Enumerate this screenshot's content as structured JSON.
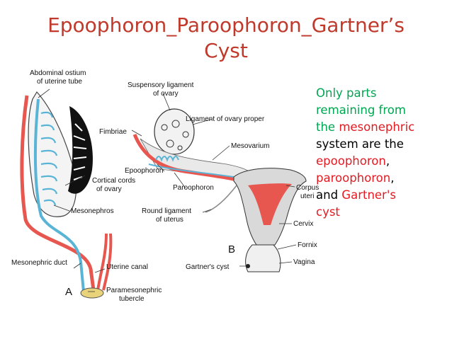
{
  "title": {
    "line1": "Epoophoron_Paroophoron_Gartner’s",
    "line2": "Cyst"
  },
  "side_text": {
    "s1": "Only parts",
    "s2": "remaining from",
    "s3": "the ",
    "s4": "mesonephric",
    "s5": "system are the",
    "s6": "epoophoron",
    "s7": ",",
    "s8": "paroophoron",
    "s9": ",",
    "s10": "and ",
    "s11": "Gartner's",
    "s12": "cyst"
  },
  "diagram_a": {
    "letter": "A",
    "abdominal_1": "Abdominal ostium",
    "abdominal_2": "of uterine tube",
    "cortical_1": "Cortical cords",
    "cortical_2": "of ovary",
    "mesonephros": "Mesonephros",
    "mesonephric_duct": "Mesonephric duct",
    "uterine_canal": "Uterine canal",
    "paramesonephric_1": "Paramesonephric",
    "paramesonephric_2": "tubercle"
  },
  "diagram_b": {
    "letter": "B",
    "suspensory_1": "Suspensory ligament",
    "suspensory_2": "of ovary",
    "ligament_proper": "Ligament of ovary proper",
    "fimbriae": "Fimbriae",
    "mesovarium": "Mesovarium",
    "epoophoron": "Epoophoron",
    "paroophoron": "Paroophoron",
    "corpus_1": "Corpus",
    "corpus_2": "uteri",
    "round_1": "Round ligament",
    "round_2": "of uterus",
    "cervix": "Cervix",
    "fornix": "Fornix",
    "gartners": "Gartner's cyst",
    "vagina": "Vagina"
  },
  "colors": {
    "title": "#c0392b",
    "green": "#00a651",
    "red": "#e31b23",
    "duct_blue": "#5ab4d6",
    "duct_red": "#e8574f"
  }
}
